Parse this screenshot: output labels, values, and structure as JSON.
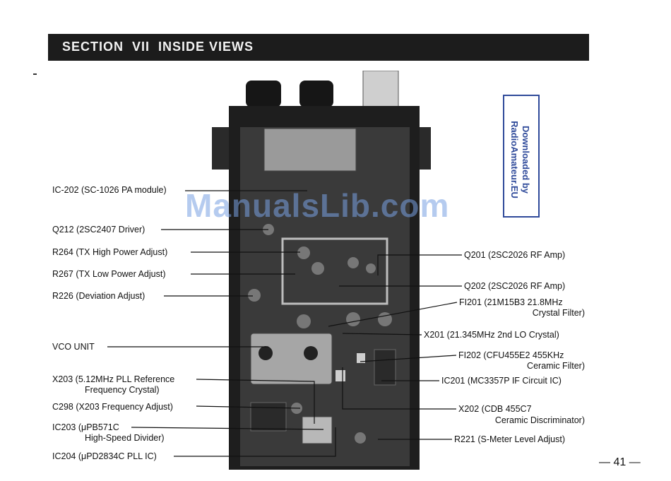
{
  "header": {
    "title": "SECTION  VII  INSIDE VIEWS"
  },
  "watermark": "ManualsLib.com",
  "stamp": {
    "line1": "Downloaded by",
    "line2": "RadioAmateur.EU"
  },
  "page_number": "— 41 —",
  "labels_left": [
    "IC-202 (SC-1026 PA module)",
    "Q212 (2SC2407 Driver)",
    "R264 (TX High Power Adjust)",
    "R267 (TX Low Power Adjust)",
    "R226 (Deviation Adjust)",
    "VCO  UNIT",
    "X203 (5.12MHz PLL Reference",
    "Frequency Crystal)",
    "C298 (X203 Frequency Adjust)",
    "IC203 (μPB571C",
    "High-Speed Divider)",
    "IC204 (μPD2834C PLL IC)"
  ],
  "labels_right": [
    "Q201 (2SC2026 RF Amp)",
    "Q202 (2SC2026 RF Amp)",
    "FI201 (21M15B3 21.8MHz",
    "Crystal Filter)",
    "X201 (21.345MHz 2nd LO Crystal)",
    "FI202 (CFU455E2 455KHz",
    "Ceramic Filter)",
    "IC201 (MC3357P IF Circuit IC)",
    "X202 (CDB 455C7",
    "Ceramic Discriminator)",
    "R221 (S-Meter Level Adjust)"
  ]
}
